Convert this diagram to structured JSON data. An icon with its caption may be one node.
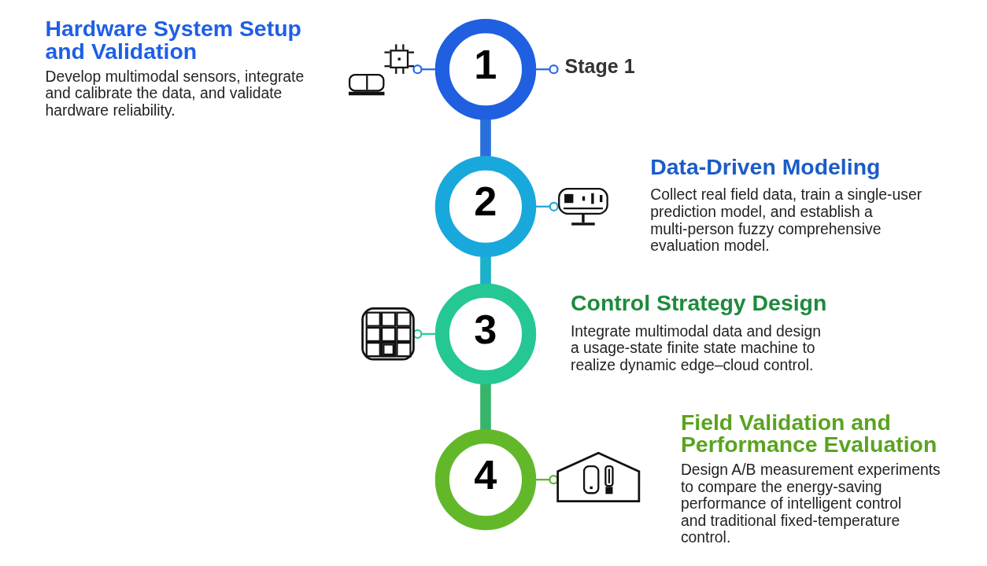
{
  "diagram": {
    "nodes": [
      {
        "text": [
          "1"
        ]
      },
      {
        "text": [
          "2"
        ]
      },
      {
        "text": [
          "3"
        ]
      },
      {
        "text": [
          "4"
        ]
      },
      {
        "text": [
          "Stage 1"
        ]
      },
      {
        "text": [],
        "shape": "picture"
      },
      {
        "text": [],
        "shape": "picture"
      },
      {
        "text": [],
        "shape": "picture"
      },
      {
        "text": [],
        "shape": "picture"
      }
    ],
    "edges": [
      {
        "from": 5,
        "to": 0,
        "arrow": "other",
        "color": "#2a6be8"
      },
      {
        "from": 0,
        "to": 4,
        "arrow": "other",
        "color": "#2a6be8"
      },
      {
        "from": 0,
        "to": 1,
        "arrow": "none",
        "style": "thick",
        "color": "#2a70dc"
      },
      {
        "from": 1,
        "to": 6,
        "arrow": "other",
        "color": "#20a8d8"
      },
      {
        "from": 1,
        "to": 2,
        "arrow": "none",
        "style": "thick",
        "color": "#1bb0cc"
      },
      {
        "from": 7,
        "to": 2,
        "arrow": "other",
        "color": "#2cc99a"
      },
      {
        "from": 2,
        "to": 3,
        "arrow": "none",
        "style": "thick",
        "color": "#36b56a"
      },
      {
        "from": 3,
        "to": 8,
        "arrow": "other",
        "color": "#5cb82a"
      }
    ],
    "labels": [
      "Hardware System Setup and Validation",
      "Develop multimodal sensors, integrate and calibrate the data, and validate hardware reliability.",
      "Data-Driven Modeling",
      "Collect real field data, train a single-user prediction model, and establish a multi-person fuzzy comprehensive evaluation model.",
      "Control Strategy Design",
      "Integrate multimodal data and design a usage-state finite state machine to realize dynamic edge–cloud control.",
      "Field Validation and Performance Evaluation",
      "Design A/B measurement experiments to compare the energy-saving performance of intelligent control and traditional fixed-temperature control."
    ]
  }
}
